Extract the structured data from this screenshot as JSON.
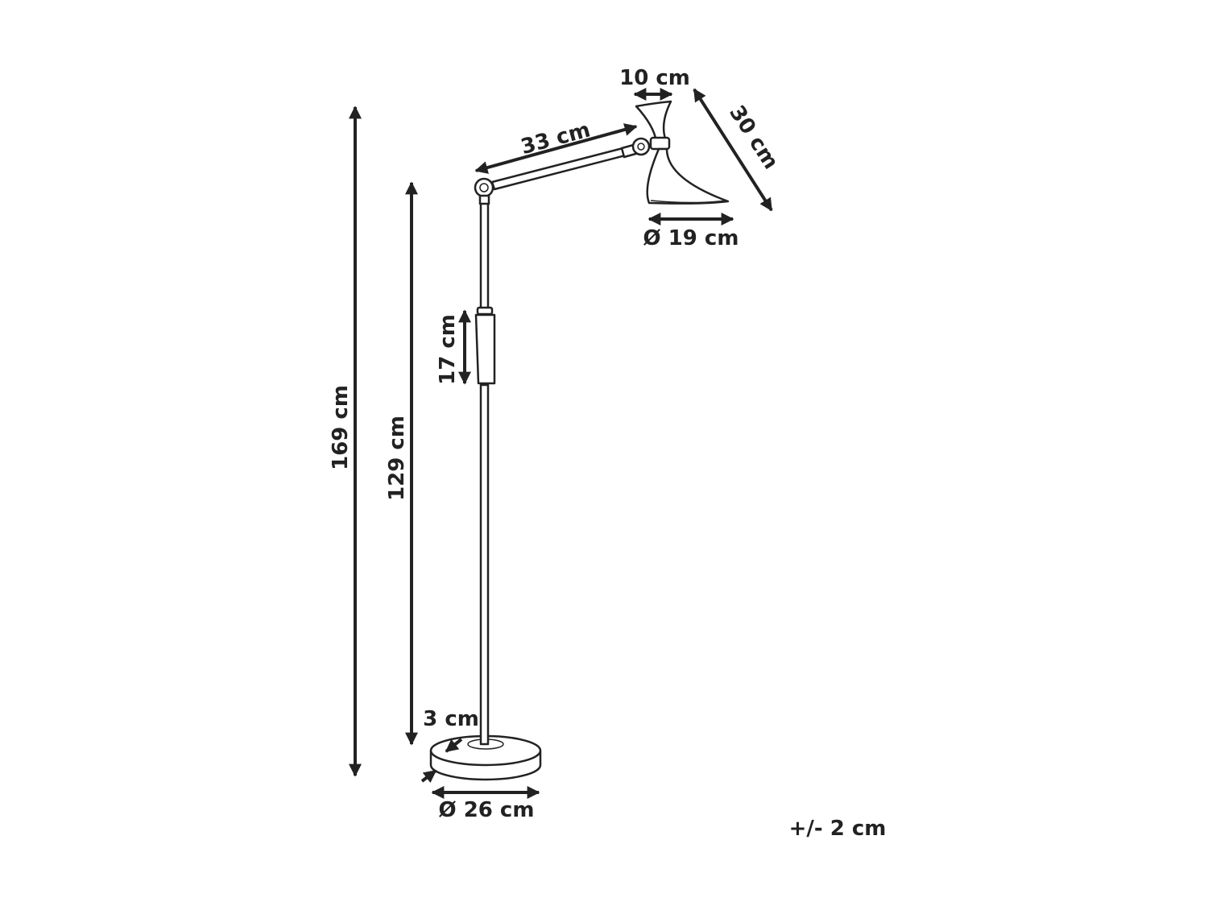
{
  "dimensions": {
    "total_height": "169 cm",
    "pole_height": "129 cm",
    "handle_length": "17 cm",
    "arm_length": "33 cm",
    "shade_top_width": "10 cm",
    "shade_length": "30 cm",
    "shade_diameter": "Ø 19 cm",
    "base_thickness": "3 cm",
    "base_diameter": "Ø 26 cm"
  },
  "tolerance": "+/- 2 cm",
  "colors": {
    "line": "#222222",
    "background": "#ffffff"
  }
}
